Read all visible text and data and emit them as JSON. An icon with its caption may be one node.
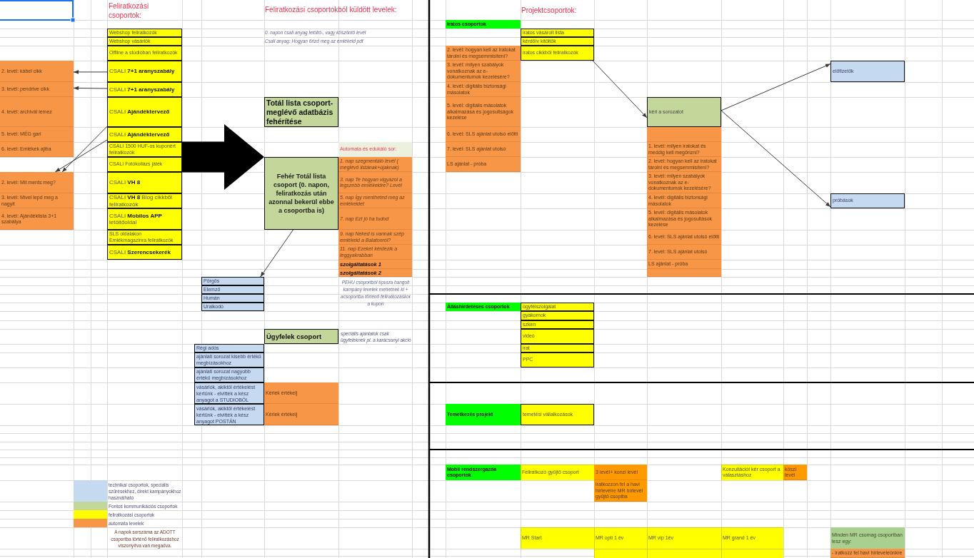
{
  "diagram": {
    "nodes": [
      {
        "text": [
          "Webshop feliratkozók"
        ]
      },
      {
        "text": [
          "Webshop vásárlók"
        ]
      },
      {
        "text": [
          "Offline a stúdióban feliratkozók"
        ]
      },
      {
        "text": [
          "CSALI **7+1 aranyszabály**"
        ]
      },
      {
        "text": [
          "CSALI **7+1 aranyszabály**"
        ]
      },
      {
        "text": [
          "CSALI **Ajándéktervező**"
        ]
      },
      {
        "text": [
          "CSALI **Ajándéktervező**"
        ]
      },
      {
        "text": [
          "CSALI 1500 HUF-os kuponért feliratkozók"
        ]
      },
      {
        "text": [
          "CSALI Fotókollázs játék"
        ]
      },
      {
        "text": [
          "CSALI **VH 8**"
        ]
      },
      {
        "text": [
          "CSALI **VH 8** Blog cikkből feliratkozók"
        ]
      },
      {
        "text": [
          "CSALI **Mobilos APP** letöltőoldal"
        ]
      },
      {
        "text": [
          "SLS oldalakon Emlékmagazinra feliratkozók"
        ]
      },
      {
        "text": [
          "CSALI **Szerencsekerék**"
        ]
      },
      {
        "text": [
          "2. levél: kábel cikk"
        ]
      },
      {
        "text": [
          "3. levél: pendrive cikk"
        ]
      },
      {
        "text": [
          "4. levél: archivál lemez"
        ]
      },
      {
        "text": [
          "5. levél: MÉG gari"
        ]
      },
      {
        "text": [
          "6. levél: Emlékek ajiba"
        ]
      },
      {
        "text": [
          "2. levél: Mit ments meg?"
        ]
      },
      {
        "text": [
          "3. levél: Mivel lepd meg a nagyit"
        ]
      },
      {
        "text": [
          "4. levél: Ajándéklista 3+1 szabálya"
        ]
      },
      {
        "text": [
          "Totál lista csoport-meglévő adatbázis fehérítése"
        ]
      },
      {
        "text": [
          "Fehér Totál lista csoport (0. napon, feliratkozás után azonnal bekerül ebbe a csoportba is)"
        ]
      },
      {
        "text": [
          "Automata és edukáló sor:"
        ]
      },
      {
        "text": [
          "1. nap szegmentáló levél ( meglévő listának+újaknak)"
        ]
      },
      {
        "text": [
          "3. nap Te hogyan vigyázol a legszebb emlékeidre? Levél"
        ]
      },
      {
        "text": [
          "5. nap Így mentheted meg az emlékeidet"
        ]
      },
      {
        "text": [
          "7. nap Ezt jó ha tudod"
        ]
      },
      {
        "text": [
          "9. nap Neked is vannak szép emlékeid a Balatonról?"
        ]
      },
      {
        "text": [
          "11. nap Ezeket kérdezik a leggyakrabban"
        ]
      },
      {
        "text": [
          "szolgáltatások 1"
        ]
      },
      {
        "text": [
          "szolgáltatások 2"
        ]
      },
      {
        "text": [
          "Pörgős"
        ]
      },
      {
        "text": [
          "Elemző"
        ]
      },
      {
        "text": [
          "Humán"
        ]
      },
      {
        "text": [
          "Uralkodó"
        ]
      },
      {
        "text": [
          "Ügyfelek csoport"
        ],
        "beside": [
          "speciális ajánlatok csak ügyfeleknek pl. a karácsonyi akció"
        ]
      },
      {
        "text": [
          "Régi adós"
        ]
      },
      {
        "text": [
          "ajánlati sorozat kisebb értékű megbízásokhoz"
        ]
      },
      {
        "text": [
          "ajánlati sorozat nagyobb értékű megbízásokhoz"
        ]
      },
      {
        "text": [
          "vásárlók, akiktől értékelést kértünk - elvitték a kész anyagot a STUDIOBÓL"
        ]
      },
      {
        "text": [
          "Kérlek értékelj"
        ]
      },
      {
        "text": [
          "vásárlók, akiktől értékelést kértünk - elvitték a kész anyagot POSTÁN"
        ]
      },
      {
        "text": [
          "Kérlek értékelj"
        ]
      },
      {
        "text": [
          "Iratos csoportok"
        ]
      },
      {
        "text": [
          "iratos vásárolt lista"
        ]
      },
      {
        "text": [
          "kérdőív kitöltők"
        ]
      },
      {
        "text": [
          "iratos cikkből feliratkozók"
        ]
      },
      {
        "text": [
          "2. levél: hogyan kell az iratokat tárolni és megsemmisíteni?"
        ]
      },
      {
        "text": [
          "3. levél: milyen szabályok vonatkoznak az e-dokumentumok kezelésére?"
        ]
      },
      {
        "text": [
          "4. levél: digitális biztonsági másolatok"
        ]
      },
      {
        "text": [
          "5. levél: digitális másolatok alkalmazása és jogosultságok kezelése"
        ]
      },
      {
        "text": [
          "6. levél: SLS ajánlat utolsó előtti"
        ]
      },
      {
        "text": [
          "7. levél: SLS ajánlat utolsó"
        ]
      },
      {
        "text": [
          "LS ajánlat - próba"
        ]
      },
      {
        "text": [
          "kéri a sorozatot"
        ]
      },
      {
        "text": [],
        "shape": "box"
      },
      {
        "text": [
          "1. levél: milyen iratokat és meddig kell megőrizni?"
        ]
      },
      {
        "text": [
          "2. levél: hogyan kell az iratokat tárolni és megsemmisíteni?"
        ]
      },
      {
        "text": [
          "3. levél: milyen szabályok vonatkoznak az e-dokumentumok kezelésére?"
        ]
      },
      {
        "text": [
          "4. levél: digitális biztonsági másolatok"
        ]
      },
      {
        "text": [
          "5. levél: digitális másolatok alkalmazása és jogosultások kezelése"
        ]
      },
      {
        "text": [
          "6. levél: SLS ajánlat utolsó előtti"
        ]
      },
      {
        "text": [
          "7. levél: SLS ajánlat utolsó"
        ]
      },
      {
        "text": [
          "LS ajánlat - próba"
        ]
      },
      {
        "text": [],
        "shape": "box"
      },
      {
        "text": [
          "előfizetők"
        ]
      },
      {
        "text": [
          "próbások"
        ]
      },
      {
        "text": [
          "Álláshirdetéses csoportok"
        ]
      },
      {
        "text": [
          "ügyfélszolgálat"
        ]
      },
      {
        "text": [
          "gyakornok"
        ]
      },
      {
        "text": [
          "szken"
        ]
      },
      {
        "text": [
          "videó"
        ]
      },
      {
        "text": [
          "irat"
        ]
      },
      {
        "text": [
          "PPC"
        ]
      },
      {
        "text": [
          "Temetkezés projekt"
        ]
      },
      {
        "text": [
          "temetési vállalkozások"
        ]
      },
      {
        "text": [
          "Mobil rendszergazda csoportok"
        ]
      },
      {
        "text": [
          "Feliratkozó gyűjtő csoport"
        ]
      },
      {
        "text": [
          "3 levél+ konzi levél"
        ]
      },
      {
        "text": [
          "iratkozzon fel a havi hírlevélre MR hírlevél gyűjtő csopiba"
        ]
      },
      {
        "text": [
          "Konzultációt kér csoport a választáshoz"
        ]
      },
      {
        "text": [
          "köszi levél"
        ]
      },
      {
        "text": [
          "MR Start"
        ]
      },
      {
        "text": [
          "MR opti 1 év"
        ]
      },
      {
        "text": [
          "MR vip 1év"
        ]
      },
      {
        "text": [
          "MR grand 1 év"
        ]
      },
      {
        "text": [
          "Minden MR csomag csoportban lesz egy:"
        ]
      },
      {
        "text": [
          "- iratkozz fel havi hírleveleünkre"
        ]
      },
      {
        "text": [],
        "shape": "box"
      },
      {
        "text": [],
        "shape": "box"
      },
      {
        "text": [],
        "shape": "box"
      }
    ],
    "edges": [
      {
        "from": 3,
        "to": 14,
        "arrow": "to"
      },
      {
        "from": 4,
        "to": 15,
        "arrow": "to"
      },
      {
        "from": 5,
        "to": 19,
        "arrow": "to"
      },
      {
        "from": 6,
        "to": 19,
        "arrow": "to"
      },
      {
        "from": 7,
        "to": 23,
        "arrow": "to",
        "style": "thick"
      },
      {
        "from": 23,
        "to": 33,
        "arrow": "to"
      },
      {
        "from": 48,
        "to": 56,
        "arrow": "to"
      },
      {
        "from": 56,
        "to": 67,
        "arrow": "to"
      },
      {
        "from": 56,
        "to": 68,
        "arrow": "to"
      }
    ],
    "labels": [
      "Feliratkozási csoportok:",
      "Feliratkozási csoportokból küldött levelek:",
      "Projektcsoportok:",
      "0. napon csali anyag letöltő-, vagy köszöntő levél",
      "Csali anyag: Hogyan őrizd meg az emlékeid pdf",
      "PEHU csoportból típusra hangolt kampány levelek mehetnek ki + acsoportba történő feliratkozáskor a kupon",
      "A napok sorszáma az ADOTT csoportba történő feliratkozáshoz viszonyítva van megadva."
    ],
    "legend": [
      {
        "text": "technikai csoportok, speciális szűrésekhez, direkt kampányokhoz használható",
        "color": "#c5d9f1"
      },
      {
        "text": "Fontos kommunikációs csoportok",
        "color": "#c4d79b"
      },
      {
        "text": "feliratkozási csoportok",
        "color": "#ffff00"
      },
      {
        "text": "automata levelek",
        "color": "#f79646"
      }
    ]
  }
}
